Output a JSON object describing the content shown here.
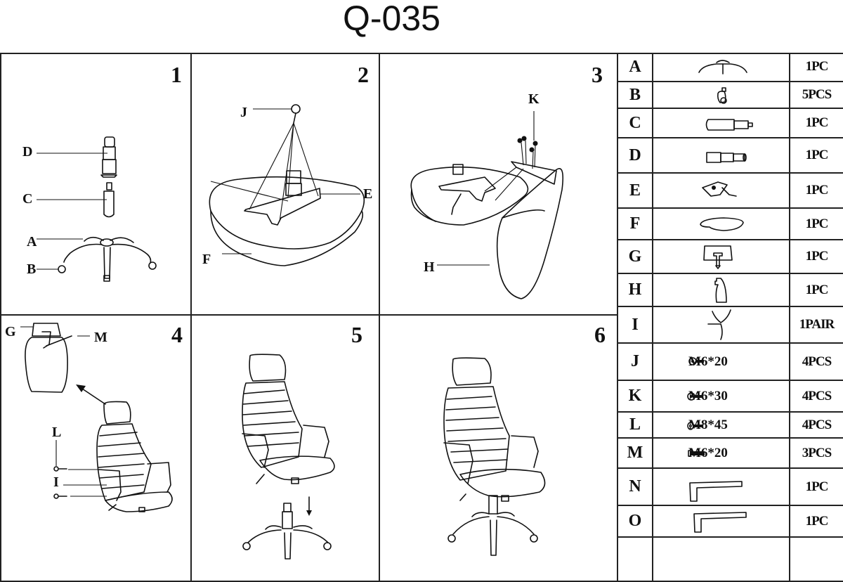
{
  "document": {
    "title": "Q-035"
  },
  "steps": [
    {
      "number": "1",
      "callouts": [
        "D",
        "C",
        "A",
        "B"
      ]
    },
    {
      "number": "2",
      "callouts": [
        "J",
        "E",
        "F"
      ]
    },
    {
      "number": "3",
      "callouts": [
        "K",
        "H"
      ]
    },
    {
      "number": "4",
      "callouts": [
        "G",
        "M",
        "L",
        "I"
      ]
    },
    {
      "number": "5",
      "callouts": []
    },
    {
      "number": "6",
      "callouts": []
    }
  ],
  "parts_list": [
    {
      "letter": "A",
      "icon": "star-base-icon",
      "spec": "",
      "qty": "1PC"
    },
    {
      "letter": "B",
      "icon": "caster-wheel-icon",
      "spec": "",
      "qty": "5PCS"
    },
    {
      "letter": "C",
      "icon": "gas-lift-icon",
      "spec": "",
      "qty": "1PC"
    },
    {
      "letter": "D",
      "icon": "telescopic-cover-icon",
      "spec": "",
      "qty": "1PC"
    },
    {
      "letter": "E",
      "icon": "tilt-mechanism-icon",
      "spec": "",
      "qty": "1PC"
    },
    {
      "letter": "F",
      "icon": "seat-cushion-icon",
      "spec": "",
      "qty": "1PC"
    },
    {
      "letter": "G",
      "icon": "headrest-icon",
      "spec": "",
      "qty": "1PC"
    },
    {
      "letter": "H",
      "icon": "backrest-icon",
      "spec": "",
      "qty": "1PC"
    },
    {
      "letter": "I",
      "icon": "armrest-pair-icon",
      "spec": "",
      "qty": "1PAIR"
    },
    {
      "letter": "J",
      "icon": "hex-bolt-icon",
      "spec": "M6*20",
      "qty": "4PCS"
    },
    {
      "letter": "K",
      "icon": "hex-bolt-icon",
      "spec": "M6*30",
      "qty": "4PCS"
    },
    {
      "letter": "L",
      "icon": "round-bolt-icon",
      "spec": "M8*45",
      "qty": "4PCS"
    },
    {
      "letter": "M",
      "icon": "flat-bolt-icon",
      "spec": "M6*20",
      "qty": "3PCS"
    },
    {
      "letter": "N",
      "icon": "allen-key-icon",
      "spec": "",
      "qty": "1PC"
    },
    {
      "letter": "O",
      "icon": "allen-key-icon",
      "spec": "",
      "qty": "1PC"
    },
    {
      "letter": "",
      "icon": "",
      "spec": "",
      "qty": ""
    }
  ]
}
